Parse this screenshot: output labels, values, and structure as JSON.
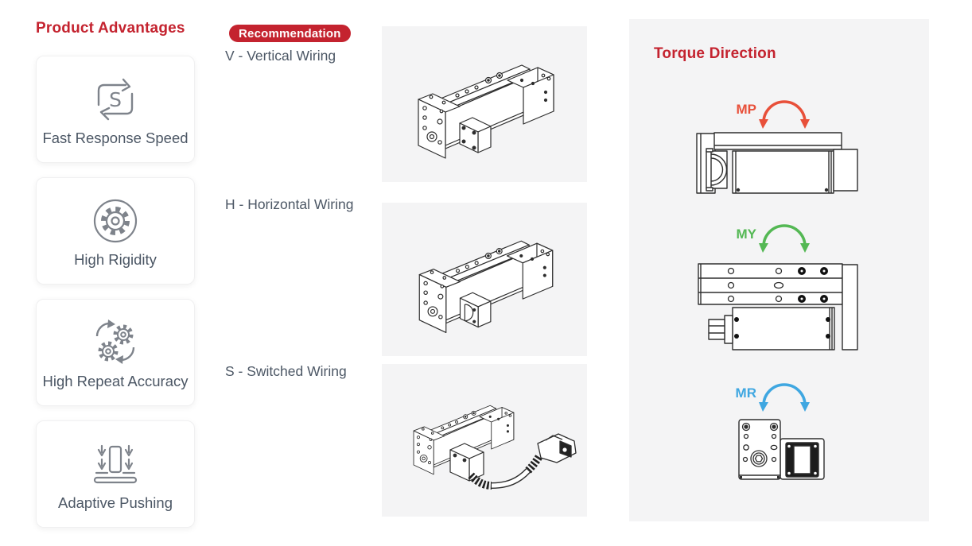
{
  "page": {
    "background": "#ffffff"
  },
  "colors": {
    "accent_red": "#c4232f",
    "panel_gray": "#f4f4f5",
    "text_dark": "#4c5765",
    "icon_gray": "#7e838b",
    "line_dark": "#2e2e2e",
    "mp_red": "#e8503a",
    "my_green": "#54b854",
    "mr_blue": "#3fa7e1"
  },
  "advantages": {
    "title": "Product Advantages",
    "items": [
      {
        "label": "Fast Response Speed",
        "icon": "sync-s-icon"
      },
      {
        "label": "High Rigidity",
        "icon": "gear-circle-icon"
      },
      {
        "label": "High Repeat Accuracy",
        "icon": "double-gear-icon"
      },
      {
        "label": "Adaptive Pushing",
        "icon": "adaptive-push-icon"
      }
    ]
  },
  "wiring": {
    "badge": "Recommendation",
    "options": [
      {
        "label": "V - Vertical Wiring",
        "image": "vertical-wiring-actuator-drawing"
      },
      {
        "label": "H - Horizontal Wiring",
        "image": "horizontal-wiring-actuator-drawing"
      },
      {
        "label": "S - Switched Wiring",
        "image": "switched-wiring-actuator-cable-drawing"
      }
    ]
  },
  "torque": {
    "title": "Torque Direction",
    "directions": [
      {
        "label": "MP",
        "color": "#e8503a",
        "view": "side-view-drawing"
      },
      {
        "label": "MY",
        "color": "#54b854",
        "view": "top-view-drawing"
      },
      {
        "label": "MR",
        "color": "#3fa7e1",
        "view": "end-view-drawing"
      }
    ]
  }
}
